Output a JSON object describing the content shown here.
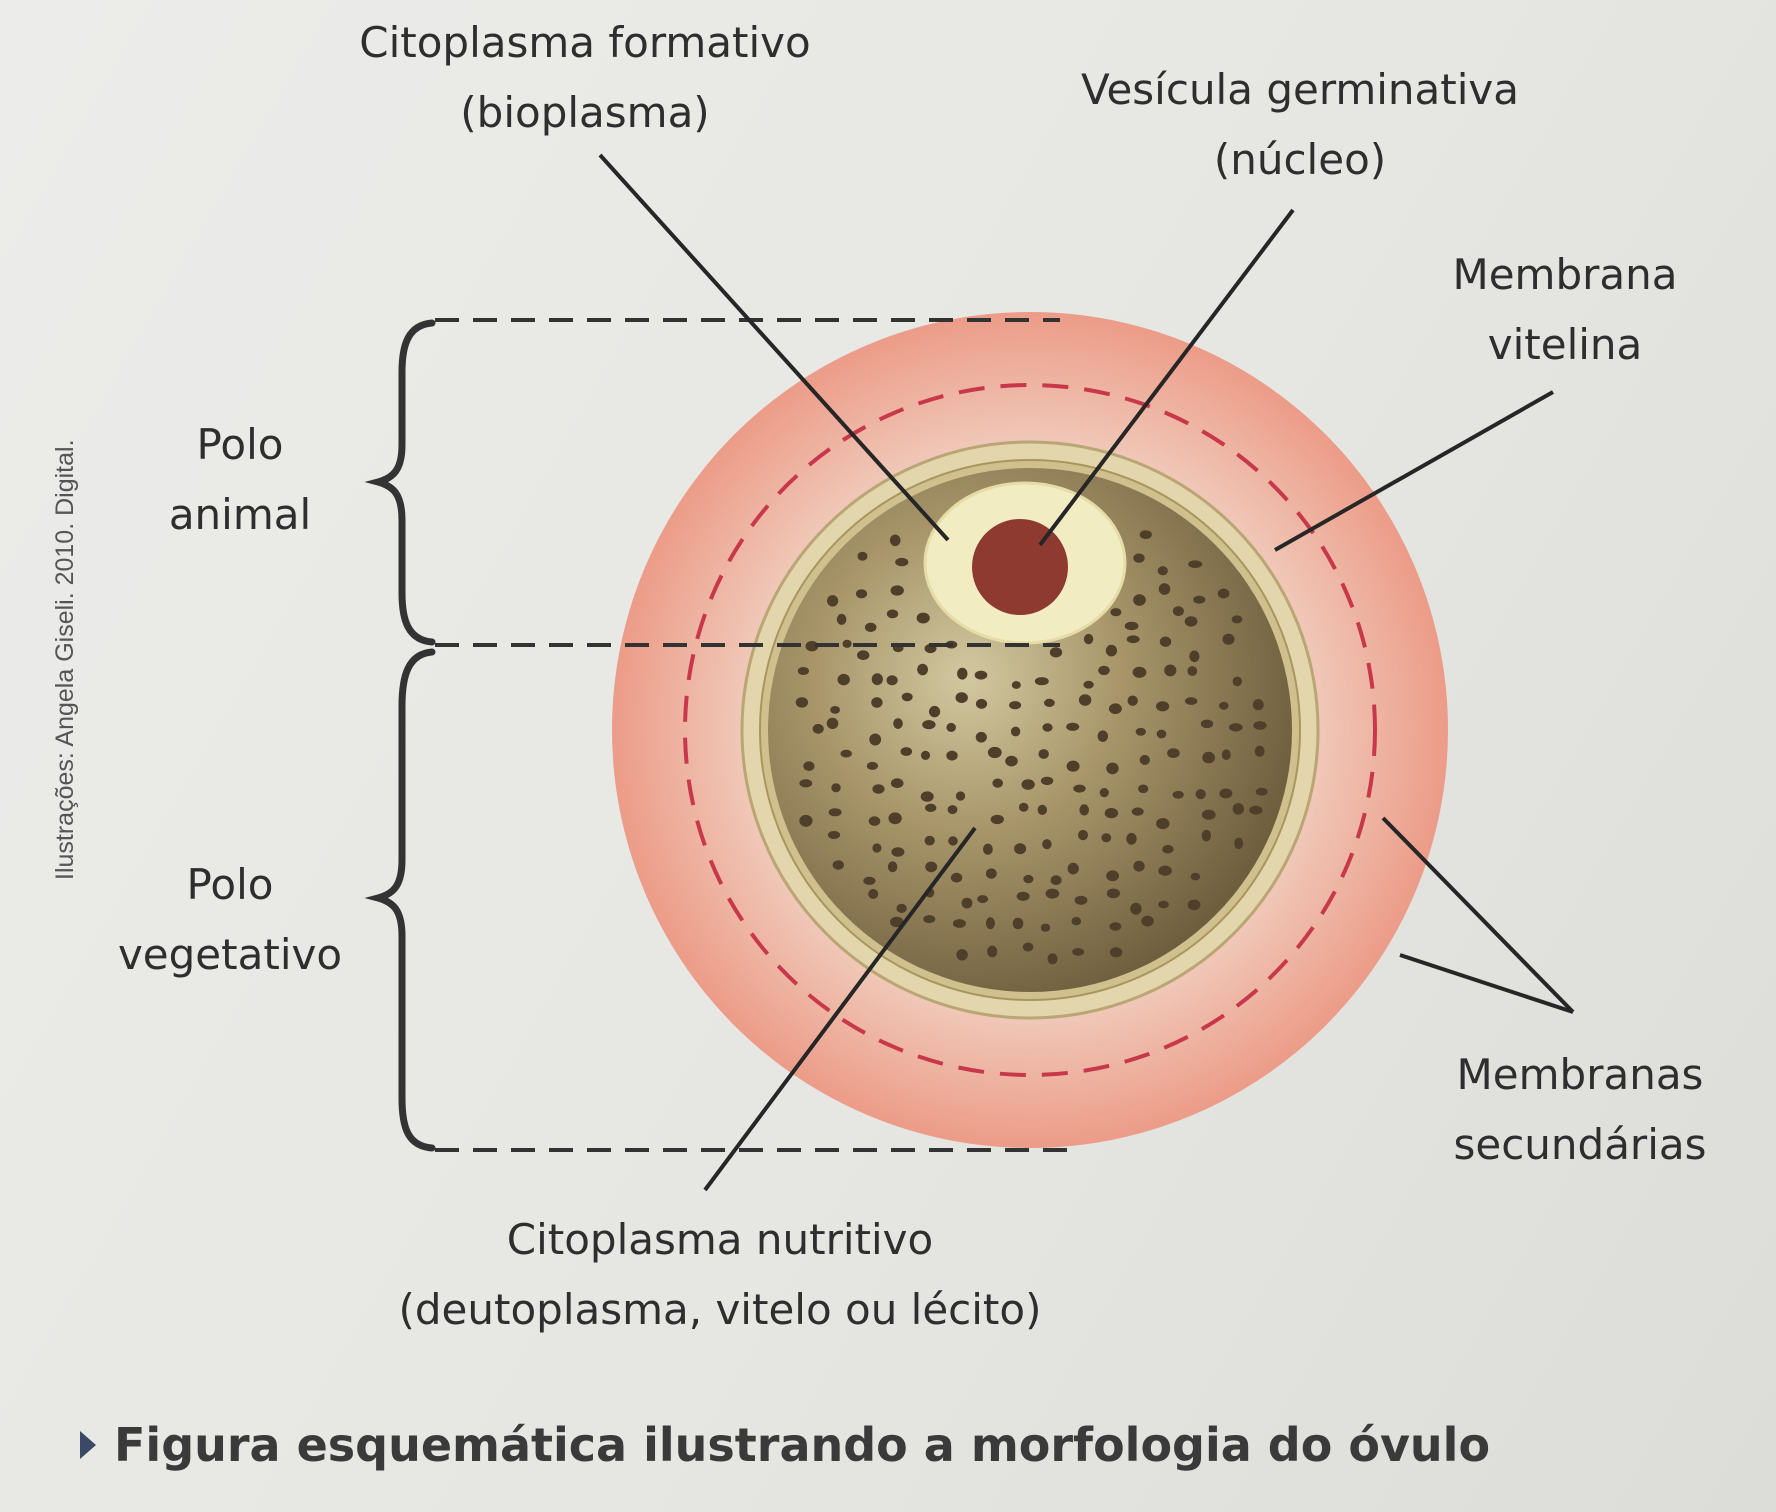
{
  "labels": {
    "citoplasma_formativo": [
      "Citoplasma formativo",
      "(bioplasma)"
    ],
    "vesicula_germinativa": [
      "Vesícula germinativa",
      "(núcleo)"
    ],
    "membrana_vitelina": [
      "Membrana",
      "vitelina"
    ],
    "polo_animal": [
      "Polo",
      "animal"
    ],
    "polo_vegetativo": [
      "Polo",
      "vegetativo"
    ],
    "membranas_secundarias": [
      "Membranas",
      "secundárias"
    ],
    "citoplasma_nutritivo": [
      "Citoplasma nutritivo",
      "(deutoplasma, vitelo ou lécito)"
    ]
  },
  "credit": "Ilustrações: Angela Giseli. 2010. Digital.",
  "caption": "Figura esquemática ilustrando a morfologia do óvulo",
  "colors": {
    "outer_membrane": "#ec9c88",
    "dashed_ring": "#c8384a",
    "vitelline_ring": "#d8c898",
    "yolk": "#8c7a52",
    "yolk_granules": "#4e3e2a",
    "bioplasm": "#f2ecc2",
    "nucleus": "#8e3a30",
    "leader_lines": "#262626"
  }
}
